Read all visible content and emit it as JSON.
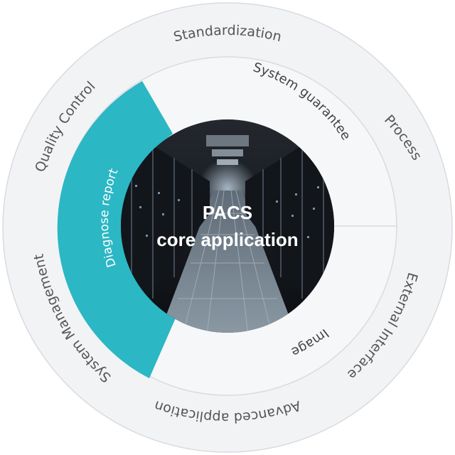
{
  "diagram": {
    "center": {
      "line1": "PACS",
      "line2": "core application"
    },
    "outer_ring": {
      "standardization": "Standardization",
      "process": "Process",
      "external_interface": "External Interface",
      "advanced_application": "Advanced application",
      "system_management": "System Management",
      "quality_control": "Quality Control"
    },
    "inner_ring": {
      "system_guarantee": "System guarantee",
      "image": "Image",
      "diagnose_report": "Diagnose report"
    },
    "colors": {
      "accent": "#2bb7c4",
      "ring_background": "#f2f3f5",
      "ring_stroke": "#d9dbe0",
      "text": "#555555"
    }
  }
}
